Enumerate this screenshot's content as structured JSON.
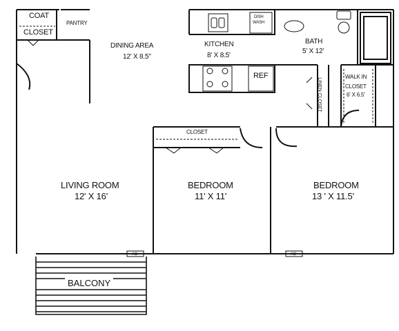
{
  "rooms": {
    "coat": "COAT",
    "closet_hall": "CLOSET",
    "pantry": "PANTRY",
    "dining": {
      "name": "DINING AREA",
      "size": "12' X 8.5\""
    },
    "kitchen": {
      "name": "KITCHEN",
      "size": "8' X 8.5'"
    },
    "dish_wash": {
      "line1": "DISH",
      "line2": "WASH"
    },
    "ref": "REF",
    "bath": {
      "name": "BATH",
      "size": "5' X 12'"
    },
    "linen_closet": "LINEN CLOSET",
    "walk_in": {
      "line1": "WALK IN",
      "line2": "CLOSET",
      "size": "6' X 6.5'"
    },
    "closet_bed1": "CLOSET",
    "living": {
      "name": "LIVING ROOM",
      "size": "12' X 16'"
    },
    "bedroom1": {
      "name": "BEDROOM",
      "size": "11' X 11'"
    },
    "bedroom2": {
      "name": "BEDROOM",
      "size": "13 ' X 11.5'"
    },
    "balcony": "BALCONY",
    "ac_units": [
      "AC",
      "AC"
    ]
  },
  "colors": {
    "wall": "#111111",
    "background": "#ffffff"
  }
}
